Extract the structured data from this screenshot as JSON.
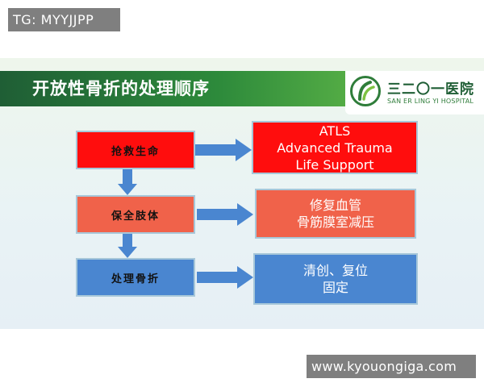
{
  "watermark_top": "TG: MYYJJPP",
  "watermark_bottom": "www.kyouongiga.com",
  "slide": {
    "title": "开放性骨折的处理顺序",
    "logo": {
      "name_cn": "三二〇一医院",
      "name_en": "SAN ER LING YI HOSPITAL",
      "icon": "hospital-logo-icon"
    },
    "steps": [
      {
        "label": "抢救生命",
        "detail_lines": [
          "ATLS",
          "Advanced Trauma",
          "Life Support"
        ],
        "color": "#ff0d0d"
      },
      {
        "label": "保全肢体",
        "detail_lines": [
          "修复血管",
          "骨筋膜室减压"
        ],
        "color": "#f0624a"
      },
      {
        "label": "处理骨折",
        "detail_lines": [
          "清创、复位",
          "固定"
        ],
        "color": "#4a86d0"
      }
    ],
    "arrow_color": "#4a86d0"
  }
}
